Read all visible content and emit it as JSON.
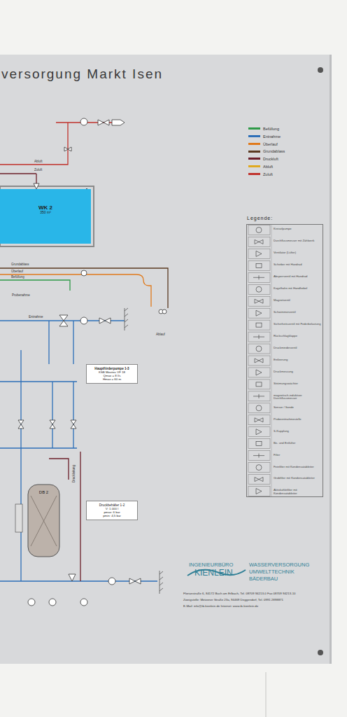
{
  "diagram": {
    "title": "versorgung Markt Isen",
    "nodes": [
      {
        "text": [
          "WK 2",
          "350 m³"
        ]
      },
      {
        "text": [
          "Hauptförderpumpe 1-3",
          "KSB Movitec VF 18",
          "Qmax = 8 l/s",
          "Hmax = 60 m"
        ]
      },
      {
        "text": [
          "DB 2"
        ]
      },
      {
        "text": [
          "Druckbehälter 1-2",
          "V: 1.000 l",
          "pmax: 6 bar",
          "pmin: 4,5 bar"
        ]
      },
      {
        "text": [
          "Legende:"
        ]
      }
    ],
    "labels": [
      "Abluft",
      "Zuluft",
      "Grundablass",
      "Überlauf",
      "Befüllung",
      "Probenahme",
      "Entnahme",
      "Ablauf",
      "Druckleitung",
      "INGENIEURBÜRO",
      "KIENLEIN",
      "WASSERVERSORGUNG",
      "UMWELTTECHNIK",
      "BÄDERBAU",
      "Florianstraße 6, 84172 Buch am Erlbach, Tel. 08709 94213-0  Fax 08709 94213-10",
      "Zweigstelle: Metzener Straße 23a, 94469 Deggendorf, Tel. 0991 2898871",
      "E-Mail: info@ib-kienlein.de          Internet: www.ib-kienlein.de",
      "Kreiselpumpe",
      "Durchflussmesser mit Zählwerk",
      "Ventilator (Lüfter)",
      "Schieber mit Handrad",
      "Absperrventil mit Handrad",
      "Kugelhahn mit Handhebel",
      "Magnetventil",
      "Schwimmerventil",
      "Sicherheitsventil mit Federbelastung",
      "Rückschlagklappe",
      "Druckminderventil",
      "Entleerung",
      "Druckmessung",
      "Strömungswächter",
      "magnetisch-induktiver Durchflussmesser",
      "Sensor / Sonde",
      "Probeentnahmestelle",
      "S-Kupplung",
      "Be- und Entlüfter",
      "Filter",
      "Feinfilter mit Kondensatableiter",
      "Grobfilter mit Kondensatableiter",
      "Aktivkohlefilter mit Kondensatableiter"
    ],
    "legend": [
      {
        "text": "Befüllung",
        "color": "#2e9a48"
      },
      {
        "text": "Entnahme",
        "color": "#2d6fb8"
      },
      {
        "text": "Überlauf",
        "color": "#e07a1c"
      },
      {
        "text": "Grundablass",
        "color": "#5a3a22"
      },
      {
        "text": "Druckluft",
        "color": "#6b1f2a"
      },
      {
        "text": "Abluft",
        "color": "#e0a91e"
      },
      {
        "text": "Zuluft",
        "color": "#c0322c"
      }
    ]
  }
}
